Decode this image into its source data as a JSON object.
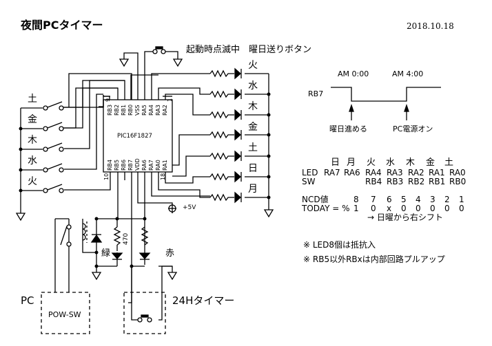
{
  "header": {
    "title": "夜間PCタイマー",
    "date": "2018.10.18"
  },
  "caption": "起動時点滅中　曜日送りボタン",
  "chip": {
    "name": "PIC16F1827",
    "top_pins": [
      "RB3",
      "RB2",
      "RB1",
      "RB0",
      "VSS",
      "RA5",
      "RA4",
      "RA3",
      "RA2"
    ],
    "bottom_pins": [
      "RB4",
      "RB5",
      "RB6",
      "RB7",
      "VDD",
      "RA6",
      "RA7",
      "RA0",
      "RA1"
    ],
    "pin_numbers": {
      "pin9": "9",
      "pin1": "1",
      "pin10": "10",
      "pin18": "18"
    }
  },
  "switches": [
    "土",
    "金",
    "木",
    "水",
    "火"
  ],
  "leds": [
    "火",
    "水",
    "木",
    "金",
    "土",
    "日",
    "月"
  ],
  "power": {
    "vcc_label": "+5V",
    "resistor_value": "470",
    "green_led_label": "緑",
    "red_led_label": "赤"
  },
  "boxes": {
    "pc_label": "PC",
    "pow_sw_label": "POW-SW",
    "timer_label": "24Hタイマー"
  },
  "timing": {
    "signal": "RB7",
    "t1": "AM 0:00",
    "t2": "AM 4:00",
    "event1": "曜日進める",
    "event2": "PC電源オン"
  },
  "table": {
    "days": [
      "日",
      "月",
      "火",
      "水",
      "木",
      "金",
      "土"
    ],
    "led_label": "LED",
    "led_pins": [
      "RA7",
      "RA6",
      "RA4",
      "RA3",
      "RA2",
      "RA1",
      "RA0"
    ],
    "sw_label": "SW",
    "sw_pins": [
      "RB4",
      "RB3",
      "RB2",
      "RB1",
      "RB0"
    ],
    "ncd_label": "NCD値",
    "ncd_values": [
      "8",
      "7",
      "6",
      "5",
      "4",
      "3",
      "2",
      "1"
    ],
    "today_label": "TODAY = %",
    "today_values": [
      "1",
      "0",
      "x",
      "0",
      "0",
      "0",
      "0",
      "0"
    ],
    "shift_note": "→ 日曜から右シフト"
  },
  "notes": [
    "※ LED8個は抵抗入",
    "※ RB5以外RBxは内部回路プルアップ"
  ]
}
